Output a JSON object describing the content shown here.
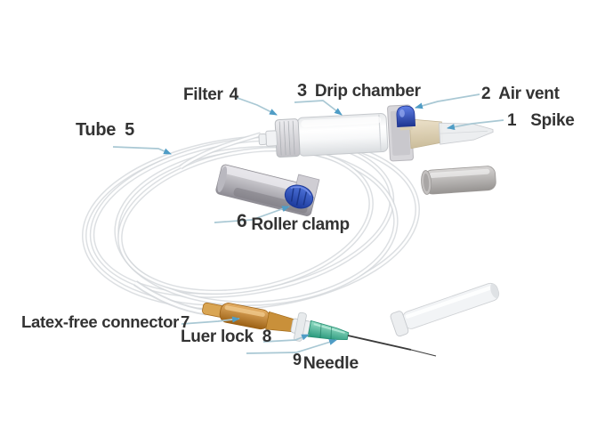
{
  "diagram": {
    "subject": "IV infusion set labeled parts diagram",
    "labels": {
      "spike": {
        "number": "1",
        "name": "Spike"
      },
      "air_vent": {
        "number": "2",
        "name": "Air vent"
      },
      "drip_chamber": {
        "number": "3",
        "name": "Drip chamber"
      },
      "filter": {
        "number": "4",
        "name": "Filter"
      },
      "tube": {
        "number": "5",
        "name": "Tube"
      },
      "roller_clamp": {
        "number": "6",
        "name": "Roller clamp"
      },
      "latex_free_connector": {
        "number": "7",
        "name": "Latex-free connector"
      },
      "luer_lock": {
        "number": "8",
        "name": "Luer lock"
      },
      "needle": {
        "number": "9",
        "name": "Needle"
      }
    },
    "colors": {
      "background": "#ffffff",
      "label_text": "#333333",
      "leader_line": "#a9c8d4",
      "arrowhead": "#4f9dc6",
      "air_vent_blue": "#2b4db5",
      "roller_wheel_blue": "#2f55c0",
      "connector_amber": "#c08030",
      "needle_hub_green": "#35a58a",
      "clamp_gray": "#a5a3a8",
      "tubing": "#d3d7db"
    }
  }
}
